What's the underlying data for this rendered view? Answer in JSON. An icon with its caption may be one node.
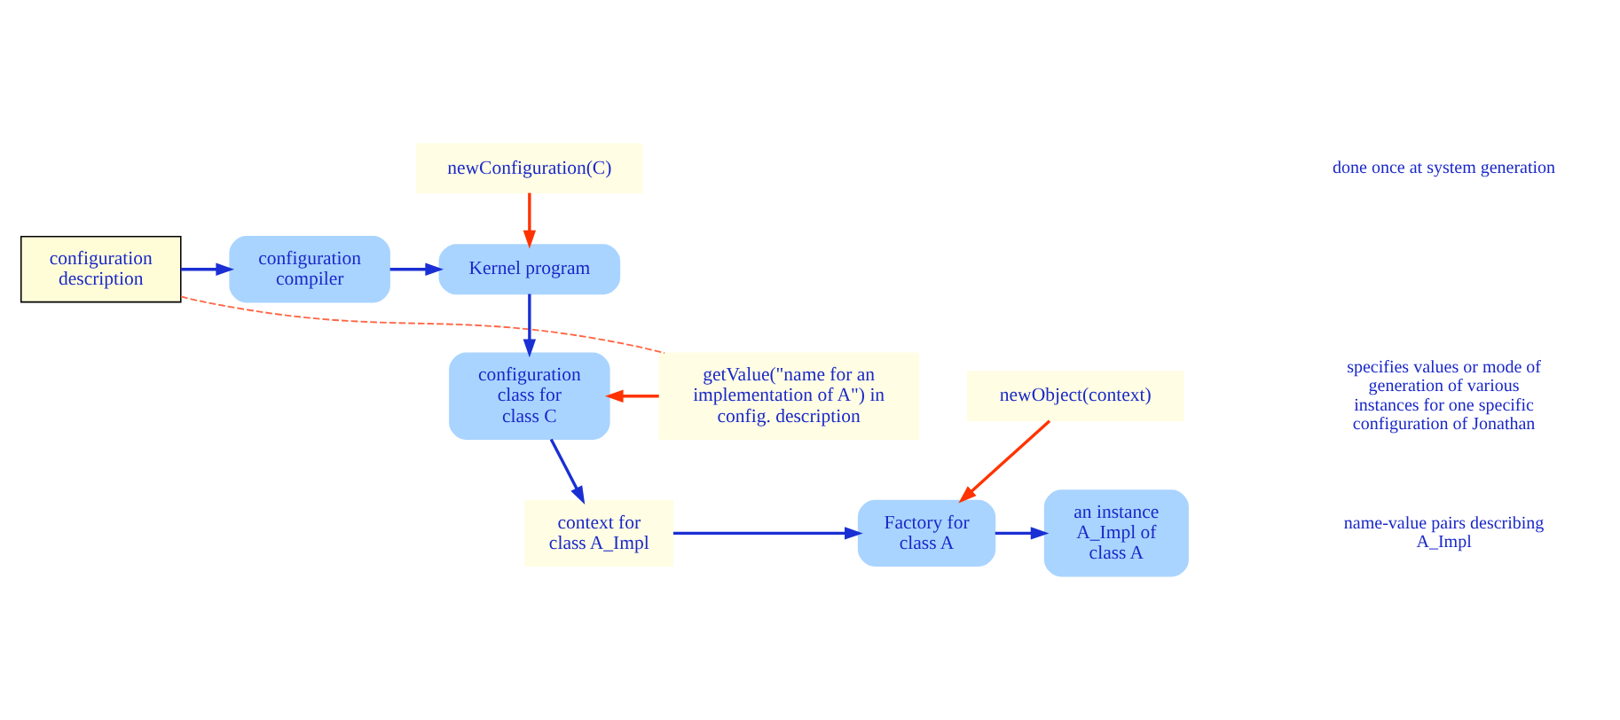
{
  "diagram": {
    "nodes": [
      {
        "text": [
          "newConfiguration(C)"
        ]
      },
      {
        "text": [
          "configuration description"
        ]
      },
      {
        "text": [
          "configuration compiler"
        ]
      },
      {
        "text": [
          "Kernel program"
        ]
      },
      {
        "text": [
          "configuration class for class C"
        ]
      },
      {
        "text": [
          "getValue(\"name for an implementation of A\") in config. description"
        ]
      },
      {
        "text": [
          "newObject(context)"
        ]
      },
      {
        "text": [
          "context for class A_Impl"
        ]
      },
      {
        "text": [
          "Factory for class A"
        ]
      },
      {
        "text": [
          "an instance A_Impl of class A"
        ]
      }
    ],
    "edges": [
      {
        "from": 1,
        "to": 2,
        "arrow": "to"
      },
      {
        "from": 2,
        "to": 3,
        "arrow": "to"
      },
      {
        "from": 0,
        "to": 3,
        "arrow": "to",
        "color": "#ff3300"
      },
      {
        "from": 3,
        "to": 4,
        "arrow": "to"
      },
      {
        "from": 1,
        "to": 5,
        "arrow": "none",
        "style": "dashed",
        "color": "#ff6644"
      },
      {
        "from": 5,
        "to": 4,
        "arrow": "to",
        "color": "#ff3300"
      },
      {
        "from": 4,
        "to": 7,
        "arrow": "to"
      },
      {
        "from": 6,
        "to": 8,
        "arrow": "to",
        "color": "#ff3300"
      },
      {
        "from": 7,
        "to": 8,
        "arrow": "to"
      },
      {
        "from": 8,
        "to": 9,
        "arrow": "to"
      }
    ],
    "labels": [
      "done once at system generation",
      "specifies values or mode of generation of various instances for one specific configuration of Jonathan",
      "name-value pairs describing A_Impl"
    ]
  }
}
